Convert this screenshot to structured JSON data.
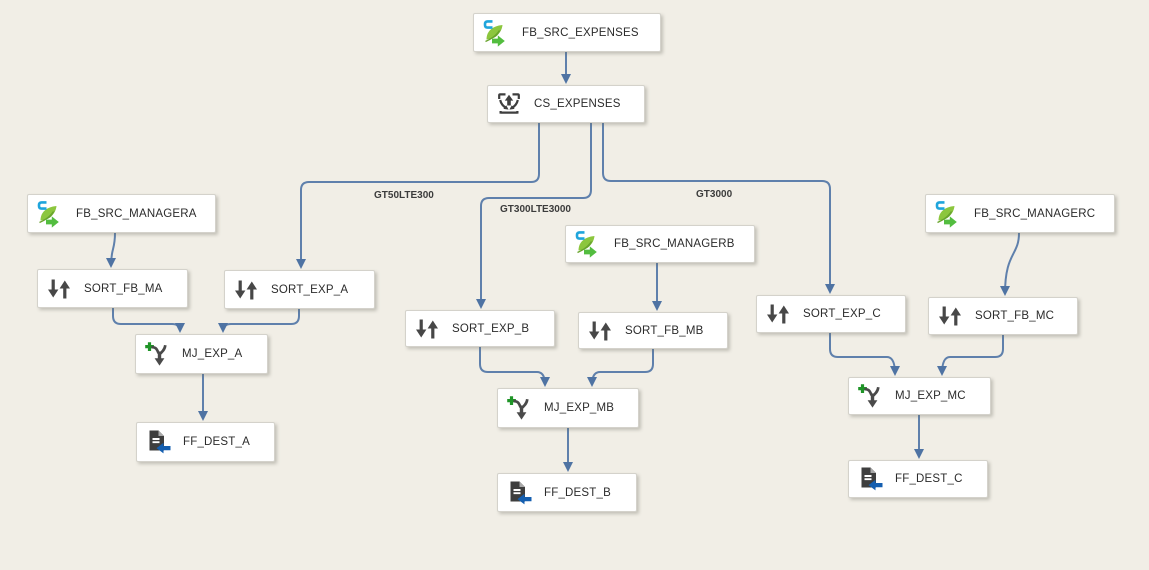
{
  "diagram": {
    "type": "dataflow",
    "background_color": "#F1EEE6",
    "connector_color": "#5F80AC",
    "nodes": {
      "fb_src_expenses": {
        "label": "FB_SRC_EXPENSES",
        "icon": "source-icon"
      },
      "cs_expenses": {
        "label": "CS_EXPENSES",
        "icon": "conditional-split-icon"
      },
      "fb_src_managera": {
        "label": "FB_SRC_MANAGERA",
        "icon": "source-icon"
      },
      "sort_fb_ma": {
        "label": "SORT_FB_MA",
        "icon": "sort-icon"
      },
      "sort_exp_a": {
        "label": "SORT_EXP_A",
        "icon": "sort-icon"
      },
      "mj_exp_a": {
        "label": "MJ_EXP_A",
        "icon": "merge-join-icon"
      },
      "ff_dest_a": {
        "label": "FF_DEST_A",
        "icon": "flat-file-destination-icon"
      },
      "fb_src_managerb": {
        "label": "FB_SRC_MANAGERB",
        "icon": "source-icon"
      },
      "sort_exp_b": {
        "label": "SORT_EXP_B",
        "icon": "sort-icon"
      },
      "sort_fb_mb": {
        "label": "SORT_FB_MB",
        "icon": "sort-icon"
      },
      "mj_exp_mb": {
        "label": "MJ_EXP_MB",
        "icon": "merge-join-icon"
      },
      "ff_dest_b": {
        "label": "FF_DEST_B",
        "icon": "flat-file-destination-icon"
      },
      "fb_src_managerc": {
        "label": "FB_SRC_MANAGERC",
        "icon": "source-icon"
      },
      "sort_exp_c": {
        "label": "SORT_EXP_C",
        "icon": "sort-icon"
      },
      "sort_fb_mc": {
        "label": "SORT_FB_MC",
        "icon": "sort-icon"
      },
      "mj_exp_mc": {
        "label": "MJ_EXP_MC",
        "icon": "merge-join-icon"
      },
      "ff_dest_c": {
        "label": "FF_DEST_C",
        "icon": "flat-file-destination-icon"
      }
    },
    "edge_labels": {
      "gt50lte300": "GT50LTE300",
      "gt300lte3000": "GT300LTE3000",
      "gt3000": "GT3000"
    },
    "edges": [
      {
        "from": "FB_SRC_EXPENSES",
        "to": "CS_EXPENSES",
        "label": ""
      },
      {
        "from": "CS_EXPENSES",
        "to": "SORT_EXP_A",
        "label": "GT50LTE300"
      },
      {
        "from": "CS_EXPENSES",
        "to": "SORT_EXP_B",
        "label": "GT300LTE3000"
      },
      {
        "from": "CS_EXPENSES",
        "to": "SORT_EXP_C",
        "label": "GT3000"
      },
      {
        "from": "FB_SRC_MANAGERA",
        "to": "SORT_FB_MA",
        "label": ""
      },
      {
        "from": "SORT_FB_MA",
        "to": "MJ_EXP_A",
        "label": ""
      },
      {
        "from": "SORT_EXP_A",
        "to": "MJ_EXP_A",
        "label": ""
      },
      {
        "from": "MJ_EXP_A",
        "to": "FF_DEST_A",
        "label": ""
      },
      {
        "from": "FB_SRC_MANAGERB",
        "to": "SORT_FB_MB",
        "label": ""
      },
      {
        "from": "SORT_EXP_B",
        "to": "MJ_EXP_MB",
        "label": ""
      },
      {
        "from": "SORT_FB_MB",
        "to": "MJ_EXP_MB",
        "label": ""
      },
      {
        "from": "MJ_EXP_MB",
        "to": "FF_DEST_B",
        "label": ""
      },
      {
        "from": "FB_SRC_MANAGERC",
        "to": "SORT_FB_MC",
        "label": ""
      },
      {
        "from": "SORT_EXP_C",
        "to": "MJ_EXP_MC",
        "label": ""
      },
      {
        "from": "SORT_FB_MC",
        "to": "MJ_EXP_MC",
        "label": ""
      },
      {
        "from": "MJ_EXP_MC",
        "to": "FF_DEST_C",
        "label": ""
      }
    ]
  }
}
